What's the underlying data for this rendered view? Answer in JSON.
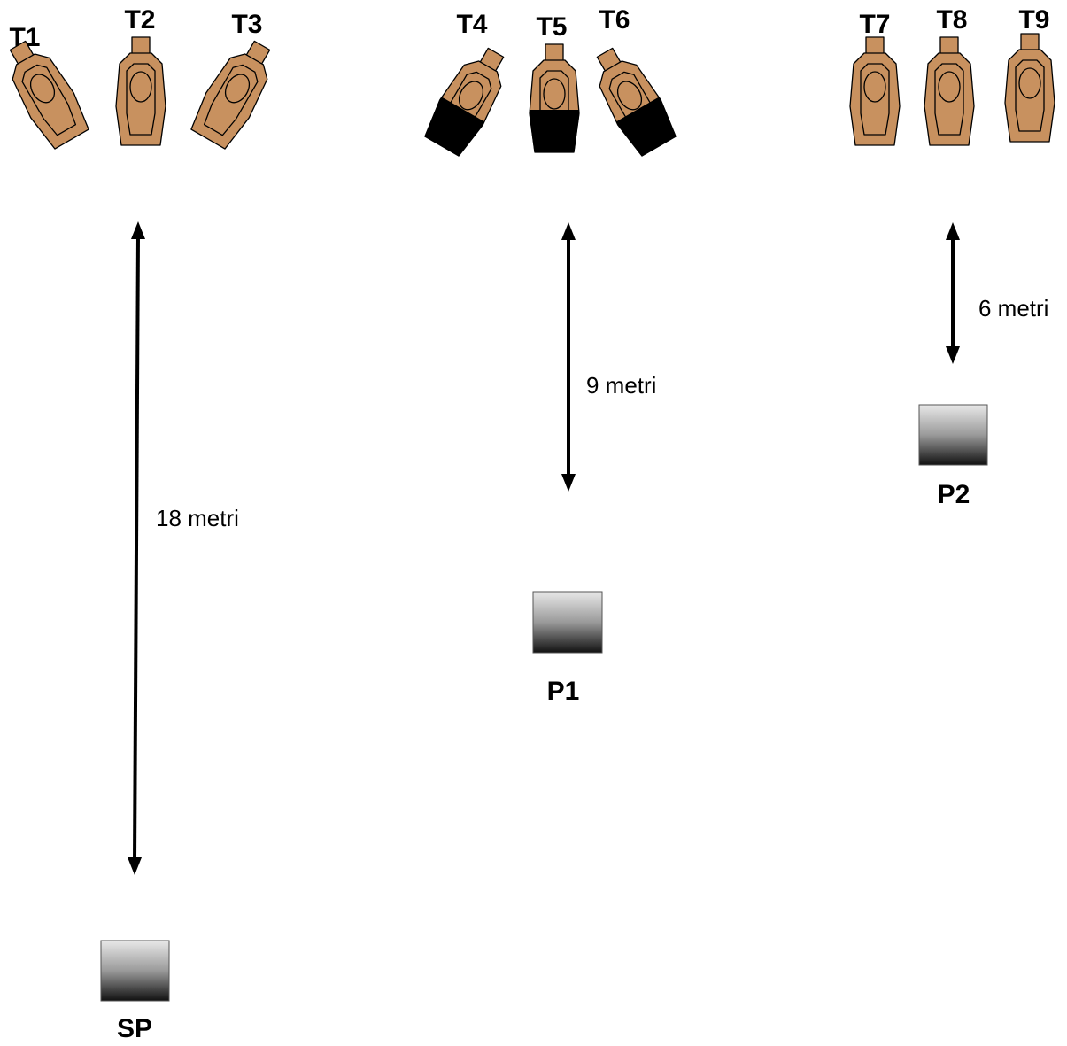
{
  "colors": {
    "target_fill": "#c8915f",
    "no_shoot_fill": "#000000",
    "position_label": "#e8393a",
    "arrow": "#000000"
  },
  "targets": [
    {
      "label": "T1",
      "style": "plain"
    },
    {
      "label": "T2",
      "style": "plain"
    },
    {
      "label": "T3",
      "style": "plain"
    },
    {
      "label": "T4",
      "style": "partial-black"
    },
    {
      "label": "T5",
      "style": "partial-black"
    },
    {
      "label": "T6",
      "style": "partial-black"
    },
    {
      "label": "T7",
      "style": "plain"
    },
    {
      "label": "T8",
      "style": "plain"
    },
    {
      "label": "T9",
      "style": "plain"
    }
  ],
  "distances": [
    {
      "text": "18 metri"
    },
    {
      "text": "9 metri"
    },
    {
      "text": "6 metri"
    }
  ],
  "positions": [
    {
      "label": "SP"
    },
    {
      "label": "P1"
    },
    {
      "label": "P2"
    }
  ]
}
